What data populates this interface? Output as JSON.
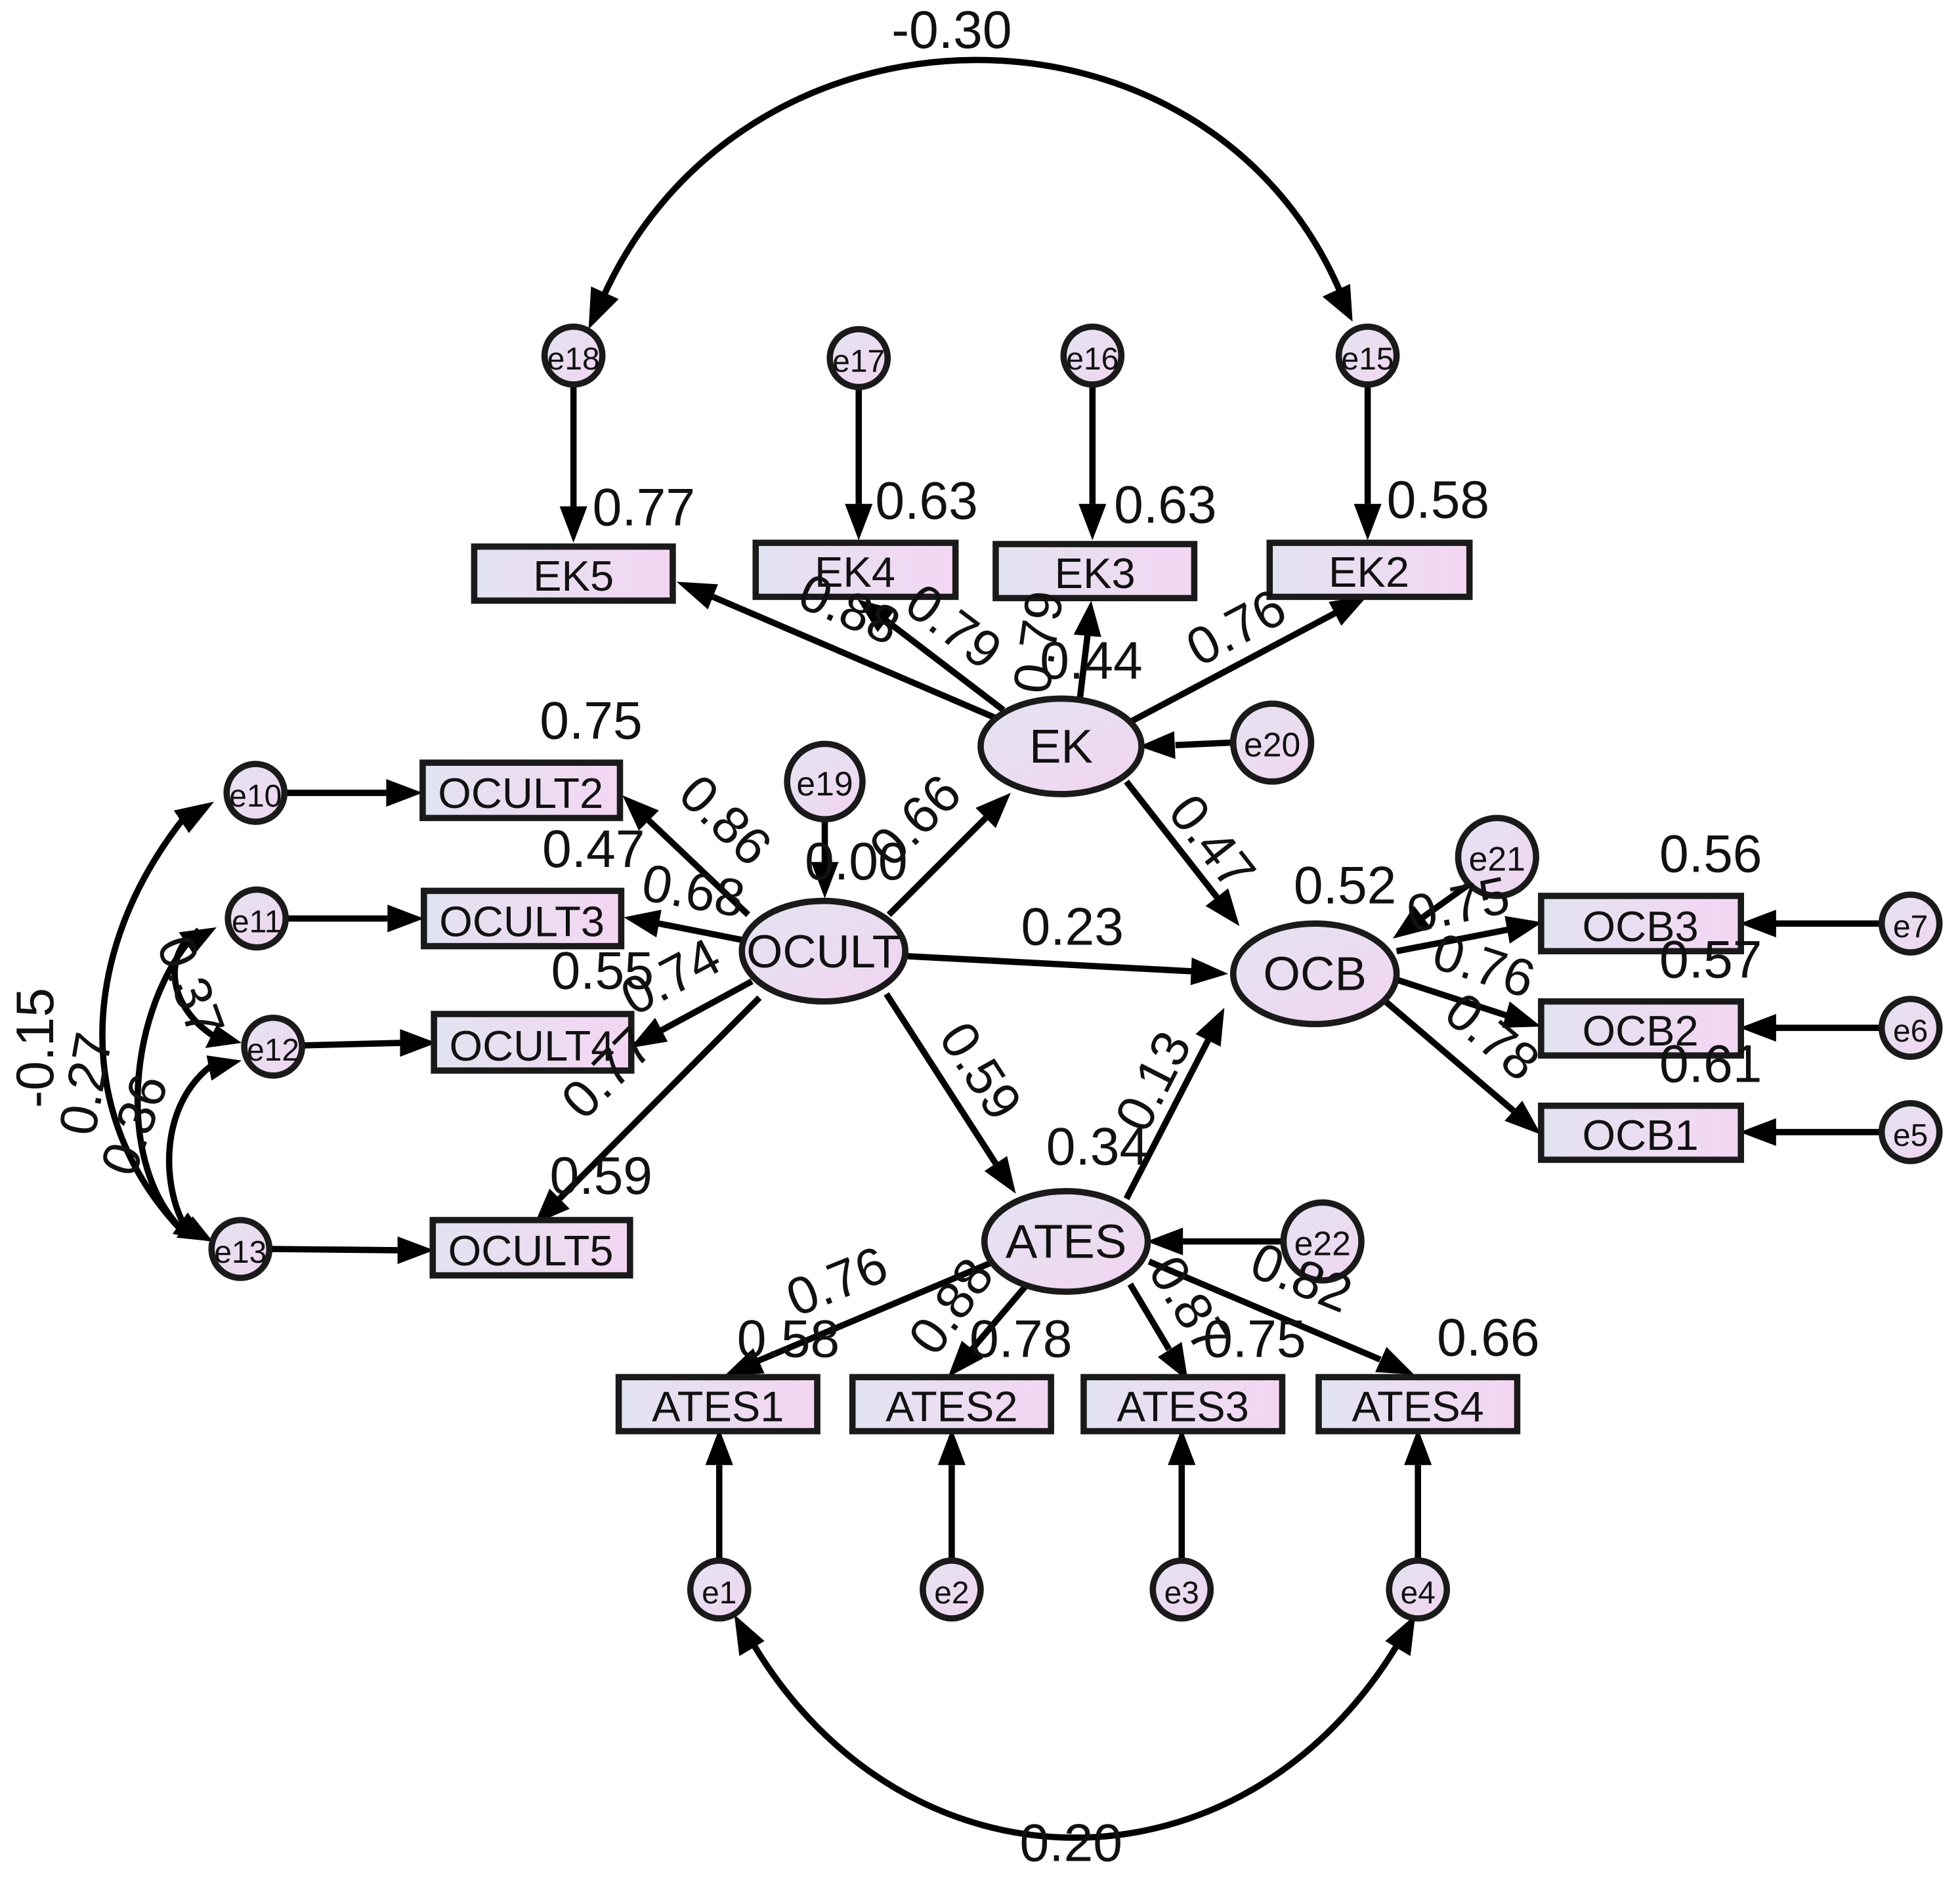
{
  "observed": {
    "EK5": "EK5",
    "EK4": "EK4",
    "EK3": "EK3",
    "EK2": "EK2",
    "OCULT2": "OCULT2",
    "OCULT3": "OCULT3",
    "OCULT4": "OCULT4",
    "OCULT5": "OCULT5",
    "OCB3": "OCB3",
    "OCB2": "OCB2",
    "OCB1": "OCB1",
    "ATES1": "ATES1",
    "ATES2": "ATES2",
    "ATES3": "ATES3",
    "ATES4": "ATES4"
  },
  "latent": {
    "EK": "EK",
    "OCULT": "OCULT",
    "OCB": "OCB",
    "ATES": "ATES"
  },
  "errors": {
    "e1": "e1",
    "e2": "e2",
    "e3": "e3",
    "e4": "e4",
    "e5": "e5",
    "e6": "e6",
    "e7": "e7",
    "e10": "e10",
    "e11": "e11",
    "e12": "e12",
    "e13": "e13",
    "e15": "e15",
    "e16": "e16",
    "e17": "e17",
    "e18": "e18",
    "e19": "e19",
    "e20": "e20",
    "e21": "e21",
    "e22": "e22"
  },
  "r_squared": {
    "EK5": "0.77",
    "EK4": "0.63",
    "EK3": "0.63",
    "EK2": "0.58",
    "OCULT2": "0.75",
    "OCULT3": "0.47",
    "OCULT4": "0.55",
    "OCULT5": "0.59",
    "OCB3": "0.56",
    "OCB2": "0.57",
    "OCB1": "0.61",
    "ATES1": "0.58",
    "ATES2": "0.78",
    "ATES3": "0.75",
    "ATES4": "0.66",
    "EK": "0.44",
    "OCULT": "0.00",
    "OCB": "0.52",
    "ATES": "0.34"
  },
  "loadings": {
    "EK_EK5": "0.88",
    "EK_EK4": "0.79",
    "EK_EK3": "0.79",
    "EK_EK2": "0.76",
    "OCULT_OCULT2": "0.86",
    "OCULT_OCULT3": "0.68",
    "OCULT_OCULT4": "0.74",
    "OCULT_OCULT5": "0.77",
    "OCB_OCB3": "0.75",
    "OCB_OCB2": "0.76",
    "OCB_OCB1": "0.78",
    "ATES_ATES1": "0.76",
    "ATES_ATES2": "0.88",
    "ATES_ATES3": "0.87",
    "ATES_ATES4": "0.82"
  },
  "paths": {
    "OCULT_EK": "0.66",
    "EK_OCB": "0.47",
    "OCULT_OCB": "0.23",
    "OCULT_ATES": "0.59",
    "ATES_OCB": "0.13"
  },
  "covariances": {
    "e18_e15": "-0.30",
    "e1_e4": "0.20",
    "e10_e13": "-0.15",
    "e11_e12": "0.37",
    "e12_e13": "0.36",
    "e11_e13": "0.27"
  }
}
